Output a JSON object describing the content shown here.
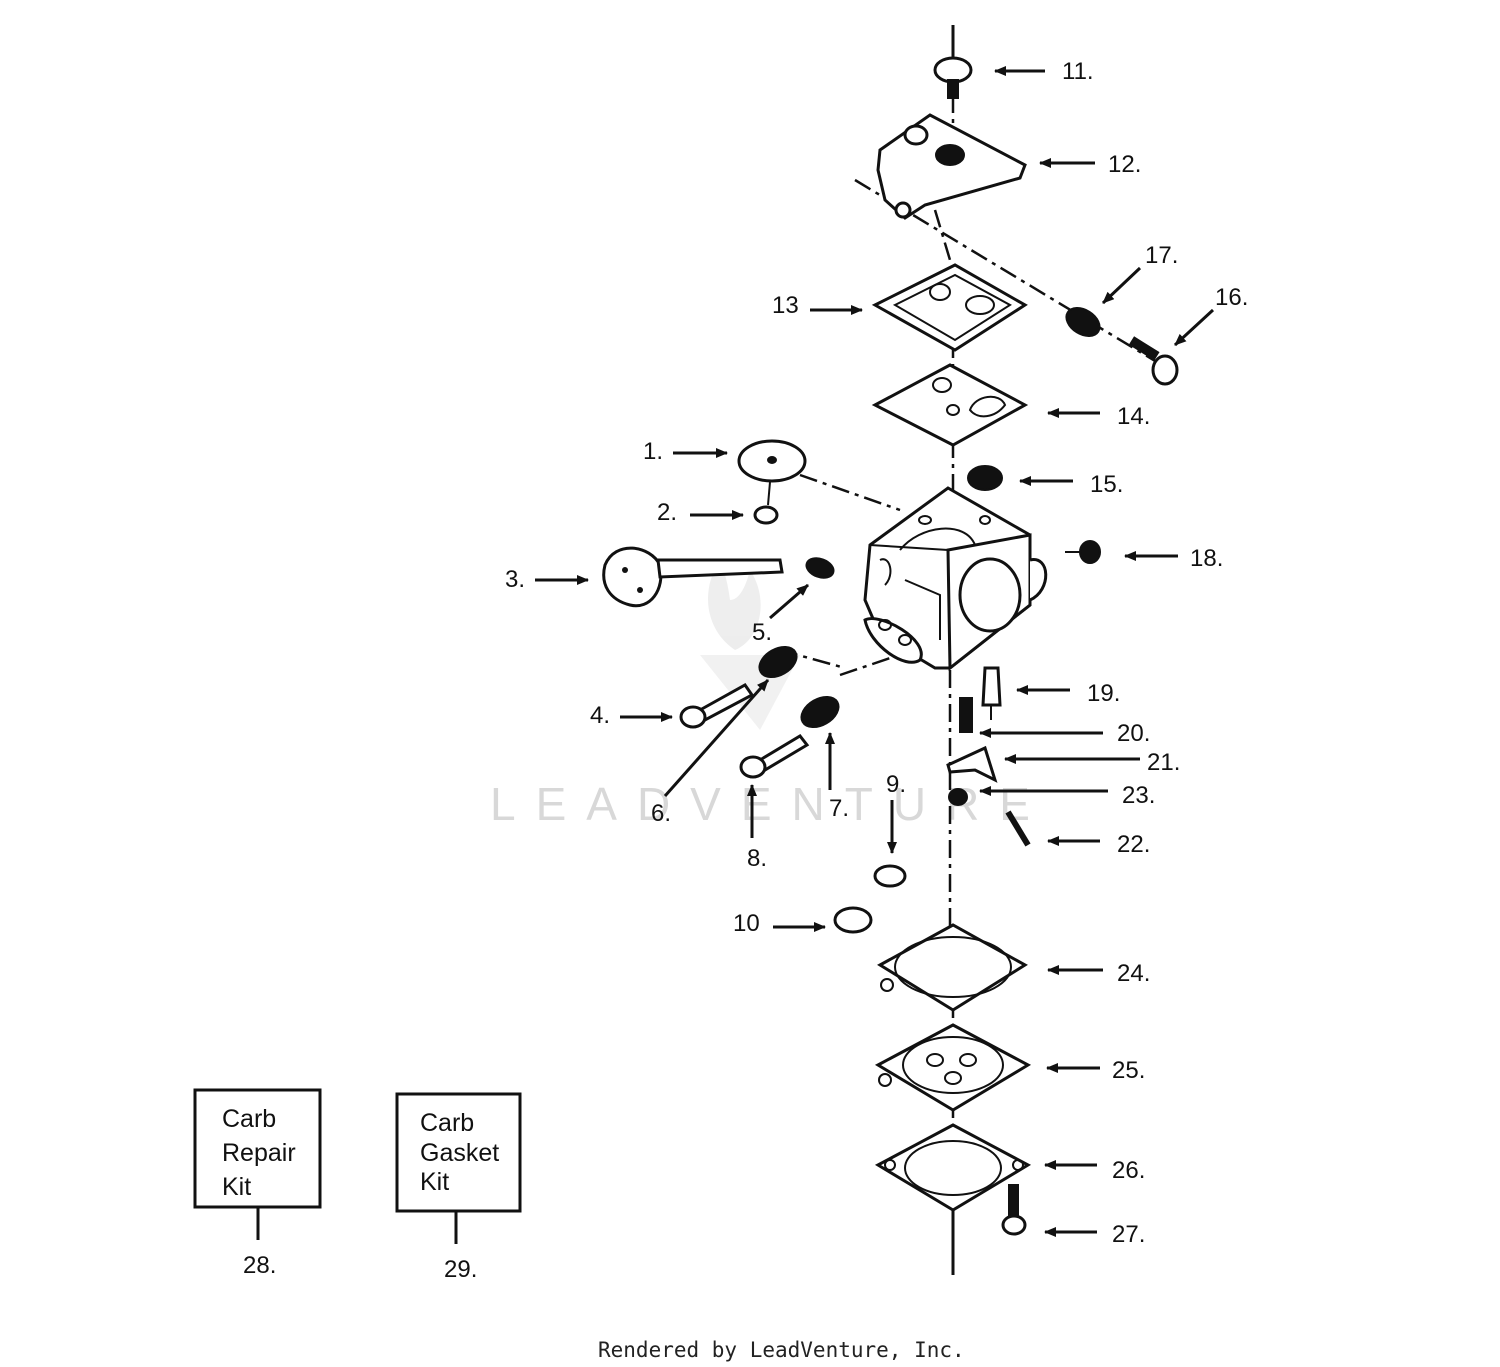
{
  "callouts": [
    {
      "id": "11",
      "text": "11."
    },
    {
      "id": "12",
      "text": "12."
    },
    {
      "id": "17",
      "text": "17."
    },
    {
      "id": "16",
      "text": "16."
    },
    {
      "id": "13",
      "text": "13"
    },
    {
      "id": "14",
      "text": "14."
    },
    {
      "id": "1",
      "text": "1."
    },
    {
      "id": "15",
      "text": "15."
    },
    {
      "id": "2",
      "text": "2."
    },
    {
      "id": "18",
      "text": "18."
    },
    {
      "id": "3",
      "text": "3."
    },
    {
      "id": "5",
      "text": "5."
    },
    {
      "id": "19",
      "text": "19."
    },
    {
      "id": "4",
      "text": "4."
    },
    {
      "id": "20",
      "text": "20."
    },
    {
      "id": "21",
      "text": "21."
    },
    {
      "id": "9",
      "text": "9."
    },
    {
      "id": "23",
      "text": "23."
    },
    {
      "id": "6",
      "text": "6."
    },
    {
      "id": "7",
      "text": "7."
    },
    {
      "id": "22",
      "text": "22."
    },
    {
      "id": "8",
      "text": "8."
    },
    {
      "id": "10",
      "text": "10"
    },
    {
      "id": "24",
      "text": "24."
    },
    {
      "id": "25",
      "text": "25."
    },
    {
      "id": "26",
      "text": "26."
    },
    {
      "id": "27",
      "text": "27."
    },
    {
      "id": "28",
      "text": "28."
    },
    {
      "id": "29",
      "text": "29."
    }
  ],
  "kits": [
    {
      "id": "28",
      "lines": [
        "Carb",
        "Repair",
        "Kit"
      ]
    },
    {
      "id": "29",
      "lines": [
        "Carb",
        "Gasket",
        "Kit"
      ]
    }
  ],
  "watermark": "LEADVENTURE",
  "footer": "Rendered by LeadVenture, Inc."
}
